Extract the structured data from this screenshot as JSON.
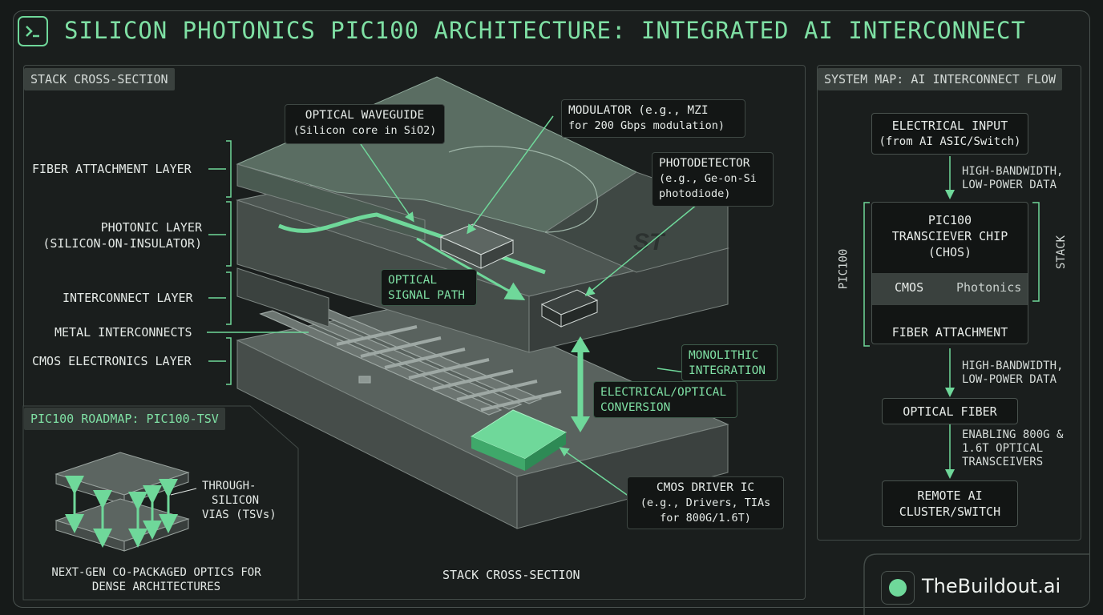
{
  "title": "SILICON PHOTONICS PIC100 ARCHITECTURE: INTEGRATED AI INTERCONNECT",
  "stack_panel": {
    "tab": "STACK CROSS-SECTION",
    "layers": {
      "fiber": "FIBER ATTACHMENT LAYER",
      "photonic_1": "PHOTONIC LAYER",
      "photonic_2": "(SILICON-ON-INSULATOR)",
      "interconnect": "INTERCONNECT LAYER",
      "metal": "METAL INTERCONNECTS",
      "cmos": "CMOS ELECTRONICS LAYER"
    },
    "callouts": {
      "waveguide_title": "OPTICAL WAVEGUIDE",
      "waveguide_sub": "(Silicon core in SiO2)",
      "modulator_1": "MODULATOR (e.g., MZI",
      "modulator_2": "for 200 Gbps modulation)",
      "photodetector_1": "PHOTODETECTOR",
      "photodetector_2": "(e.g., Ge-on-Si",
      "photodetector_3": "photodiode)",
      "signal_path_1": "OPTICAL",
      "signal_path_2": "SIGNAL PATH",
      "monolithic_1": "MONOLITHIC",
      "monolithic_2": "INTEGRATION",
      "conversion_1": "ELECTRICAL/OPTICAL",
      "conversion_2": "CONVERSION",
      "driver_1": "CMOS DRIVER IC",
      "driver_2": "(e.g., Drivers, TIAs",
      "driver_3": "for 800G/1.6T)"
    },
    "bottom_caption": "STACK CROSS-SECTION",
    "logo_text": "ST"
  },
  "roadmap": {
    "tab": "PIC100 ROADMAP: PIC100-TSV",
    "tsv_1": "THROUGH-",
    "tsv_2": "SILICON",
    "tsv_3": "VIAS (TSVs)",
    "caption_1": "NEXT-GEN CO-PACKAGED OPTICS FOR",
    "caption_2": "DENSE ARCHITECTURES"
  },
  "system_map": {
    "tab": "SYSTEM MAP: AI INTERCONNECT FLOW",
    "input_1": "ELECTRICAL INPUT",
    "input_2": "(from AI ASIC/Switch)",
    "flow1_1": "HIGH-BANDWIDTH,",
    "flow1_2": "LOW-POWER DATA",
    "chip_1": "PIC100",
    "chip_2": "TRANSCIEVER CHIP",
    "chip_3": "(CHOS)",
    "cmos": "CMOS",
    "photonics": "Photonics",
    "fiber_attach": "FIBER ATTACHMENT",
    "stack_label": "STACK",
    "pic_label": "PIC100",
    "flow2_1": "HIGH-BANDWIDTH,",
    "flow2_2": "LOW-POWER DATA",
    "fiber": "OPTICAL FIBER",
    "flow3_1": "ENABLING 800G &",
    "flow3_2": "1.6T OPTICAL",
    "flow3_3": "TRANSCEIVERS",
    "remote_1": "REMOTE AI",
    "remote_2": "CLUSTER/SWITCH"
  },
  "brand": "TheBuildout.ai",
  "colors": {
    "accent": "#6fd89a",
    "background": "#161a19",
    "panel": "#1a1e1d"
  }
}
